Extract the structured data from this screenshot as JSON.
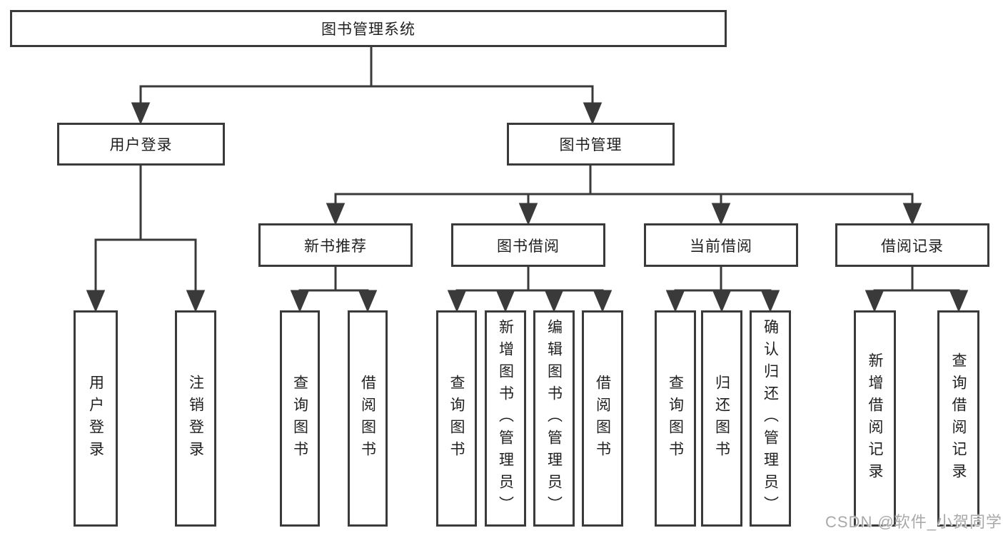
{
  "diagram": {
    "title": "图书管理系统",
    "colors": {
      "line": "#3a3a3a",
      "text": "#1f1f1f",
      "watermark": "#a9a9a9",
      "background": "#ffffff"
    },
    "root": {
      "label": "图书管理系统"
    },
    "level2": [
      {
        "label": "用户登录",
        "parent": "图书管理系统"
      },
      {
        "label": "图书管理",
        "parent": "图书管理系统"
      }
    ],
    "level3": [
      {
        "label": "新书推荐",
        "parent": "图书管理"
      },
      {
        "label": "图书借阅",
        "parent": "图书管理"
      },
      {
        "label": "当前借阅",
        "parent": "图书管理"
      },
      {
        "label": "借阅记录",
        "parent": "图书管理"
      }
    ],
    "leaves": [
      {
        "label": "用户登录",
        "parent": "用户登录"
      },
      {
        "label": "注销登录",
        "parent": "用户登录"
      },
      {
        "label": "查询图书",
        "parent": "新书推荐"
      },
      {
        "label": "借阅图书",
        "parent": "新书推荐"
      },
      {
        "label": "查询图书",
        "parent": "图书借阅"
      },
      {
        "label": "新增图书（管理员）",
        "parent": "图书借阅"
      },
      {
        "label": "编辑图书（管理员）",
        "parent": "图书借阅"
      },
      {
        "label": "借阅图书",
        "parent": "图书借阅"
      },
      {
        "label": "查询图书",
        "parent": "当前借阅"
      },
      {
        "label": "归还图书",
        "parent": "当前借阅"
      },
      {
        "label": "确认归还（管理员）",
        "parent": "当前借阅"
      },
      {
        "label": "新增借阅记录",
        "parent": "借阅记录"
      },
      {
        "label": "查询借阅记录",
        "parent": "借阅记录"
      }
    ]
  },
  "watermark": {
    "text": "CSDN @软件_小贺同学"
  }
}
